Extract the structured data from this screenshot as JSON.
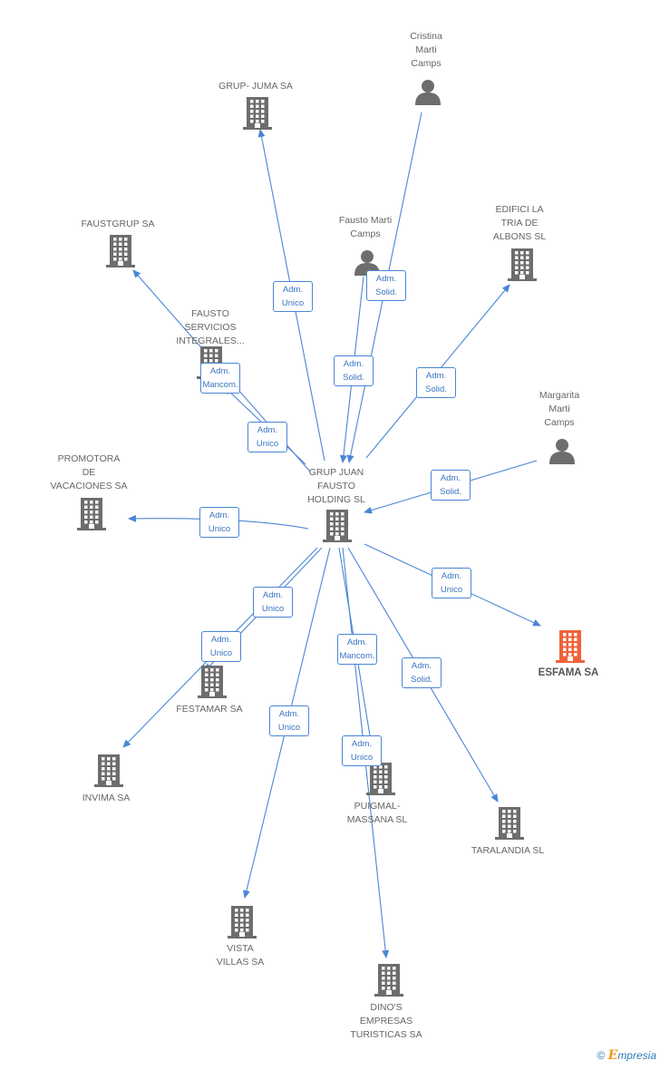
{
  "colors": {
    "edge": "#4a86d6",
    "node_icon": "#6d6d6d",
    "focus_icon": "#f0623b"
  },
  "nodes": [
    {
      "id": "center",
      "label": [
        "GRUP JUAN",
        "FAUSTO",
        "HOLDING SL"
      ],
      "type": "company"
    },
    {
      "id": "cristina",
      "label": [
        "Cristina",
        "Marti",
        "Camps"
      ],
      "type": "person"
    },
    {
      "id": "grupjuma",
      "label": [
        "GRUP- JUMA SA"
      ],
      "type": "company"
    },
    {
      "id": "fausto_p",
      "label": [
        "Fausto Marti",
        "Camps"
      ],
      "type": "person"
    },
    {
      "id": "edifici",
      "label": [
        "EDIFICI LA",
        "TRIA DE",
        "ALBONS SL"
      ],
      "type": "company"
    },
    {
      "id": "faustgrup",
      "label": [
        "FAUSTGRUP SA"
      ],
      "type": "company"
    },
    {
      "id": "fausto_serv",
      "label": [
        "FAUSTO",
        "SERVICIOS",
        "INTEGRALES..."
      ],
      "type": "company"
    },
    {
      "id": "margarita",
      "label": [
        "Margarita",
        "Marti",
        "Camps"
      ],
      "type": "person"
    },
    {
      "id": "promotora",
      "label": [
        "PROMOTORA",
        "DE",
        "VACACIONES SA"
      ],
      "type": "company"
    },
    {
      "id": "esfama",
      "label": [
        "ESFAMA SA"
      ],
      "type": "focus"
    },
    {
      "id": "festamar",
      "label": [
        "FESTAMAR SA"
      ],
      "type": "company"
    },
    {
      "id": "invima",
      "label": [
        "INVIMA SA"
      ],
      "type": "company"
    },
    {
      "id": "puigmal",
      "label": [
        "PUIGMAL-",
        "MASSANA SL"
      ],
      "type": "company"
    },
    {
      "id": "taralandia",
      "label": [
        "TARALANDIA SL"
      ],
      "type": "company"
    },
    {
      "id": "vista",
      "label": [
        "VISTA",
        "VILLAS SA"
      ],
      "type": "company"
    },
    {
      "id": "dinos",
      "label": [
        "DINO'S",
        "EMPRESAS",
        "TURISTICAS SA"
      ],
      "type": "company"
    }
  ],
  "roles": [
    {
      "id": "r_grupjuma",
      "lines": [
        "Adm.",
        "Unico"
      ]
    },
    {
      "id": "r_cristina",
      "lines": [
        "Adm.",
        "Solid."
      ]
    },
    {
      "id": "r_fausto",
      "lines": [
        "Adm.",
        "Solid."
      ]
    },
    {
      "id": "r_edifici",
      "lines": [
        "Adm.",
        "Solid."
      ]
    },
    {
      "id": "r_faustgrup",
      "lines": [
        "Adm.",
        "Mancom."
      ]
    },
    {
      "id": "r_fserv",
      "lines": [
        "Adm.",
        "Unico"
      ]
    },
    {
      "id": "r_margarita",
      "lines": [
        "Adm.",
        "Solid."
      ]
    },
    {
      "id": "r_promotora",
      "lines": [
        "Adm.",
        "Unico"
      ]
    },
    {
      "id": "r_esfama",
      "lines": [
        "Adm.",
        "Unico"
      ]
    },
    {
      "id": "r_festamar",
      "lines": [
        "Adm.",
        "Unico"
      ]
    },
    {
      "id": "r_invima",
      "lines": [
        "Adm.",
        "Unico"
      ]
    },
    {
      "id": "r_puig_manc",
      "lines": [
        "Adm.",
        "Mancom."
      ]
    },
    {
      "id": "r_taralandia",
      "lines": [
        "Adm.",
        "Solid."
      ]
    },
    {
      "id": "r_vista",
      "lines": [
        "Adm.",
        "Unico"
      ]
    },
    {
      "id": "r_dinos",
      "lines": [
        "Adm.",
        "Unico"
      ]
    }
  ],
  "footer": {
    "copyright": "©",
    "brand_initial": "E",
    "brand_rest": "mpresia"
  }
}
